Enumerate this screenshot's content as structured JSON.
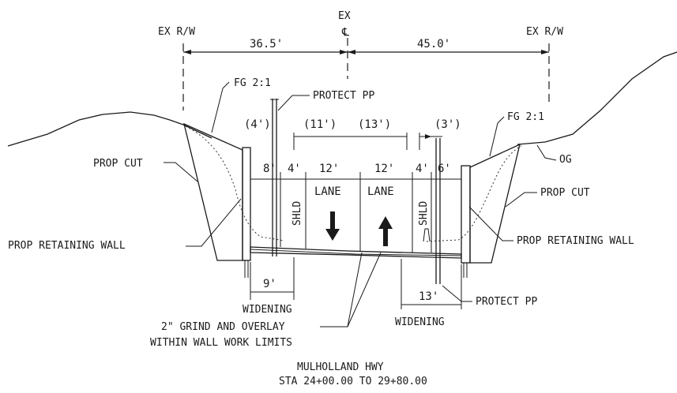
{
  "labels": {
    "ex_rw_left": "EX R/W",
    "ex_rw_right": "EX R/W",
    "ex": "EX",
    "centerline": "℄",
    "fg_left": "FG 2:1",
    "fg_right": "FG 2:1",
    "protect_pp_top": "PROTECT PP",
    "protect_pp_bottom": "PROTECT PP",
    "prop_cut_left": "PROP CUT",
    "prop_cut_right": "PROP CUT",
    "og": "OG",
    "retaining_wall_left": "PROP RETAINING WALL",
    "retaining_wall_right": "PROP RETAINING WALL",
    "shld_left": "SHLD",
    "shld_right": "SHLD",
    "lane_left": "LANE",
    "lane_right": "LANE",
    "widening_left": "WIDENING",
    "widening_right": "WIDENING",
    "grind_line1": "2\" GRIND AND OVERLAY",
    "grind_line2": "WITHIN WALL WORK LIMITS",
    "title_line1": "MULHOLLAND HWY",
    "title_line2": "STA 24+00.00 TO 29+80.00"
  },
  "dimensions": {
    "rw_left": "36.5'",
    "rw_right": "45.0'",
    "exist_shoulder_left": "(4')",
    "exist_lane_left": "(11')",
    "exist_lane_right": "(13')",
    "exist_shoulder_right": "(3')",
    "prop_8": "8'",
    "prop_4_left": "4'",
    "prop_12_left": "12'",
    "prop_12_right": "12'",
    "prop_4_right": "4'",
    "prop_6": "6'",
    "widening_9": "9'",
    "widening_13": "13'"
  }
}
